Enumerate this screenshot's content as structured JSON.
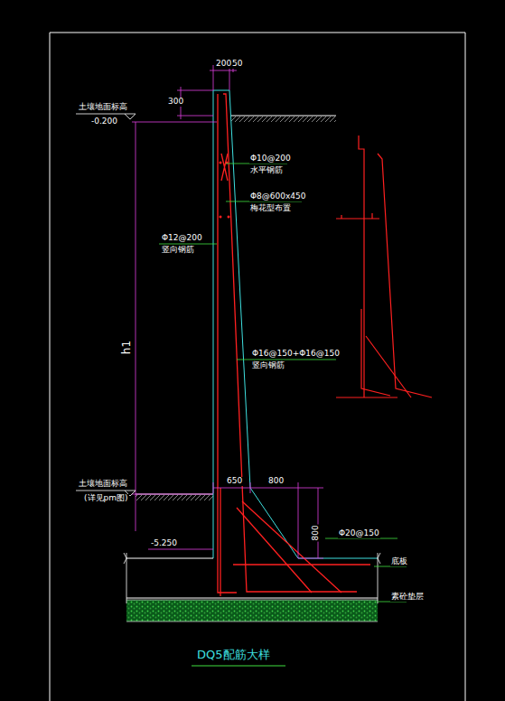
{
  "diagram": {
    "title": "DQ5配筋大样",
    "labels": [
      "200",
      "50",
      "300",
      "土壤地面标高",
      "-0.200",
      "Φ10@200",
      "水平钢筋",
      "Φ8@600x450",
      "梅花型布置",
      "Φ12@200",
      "竖向钢筋",
      "h1",
      "Φ16@150+Φ16@150",
      "竖向钢筋",
      "土壤地面标高",
      "(详见pm图)",
      "650",
      "800",
      "800",
      "-5.250",
      "Φ20@150",
      "底板",
      "素砼垫层"
    ]
  }
}
